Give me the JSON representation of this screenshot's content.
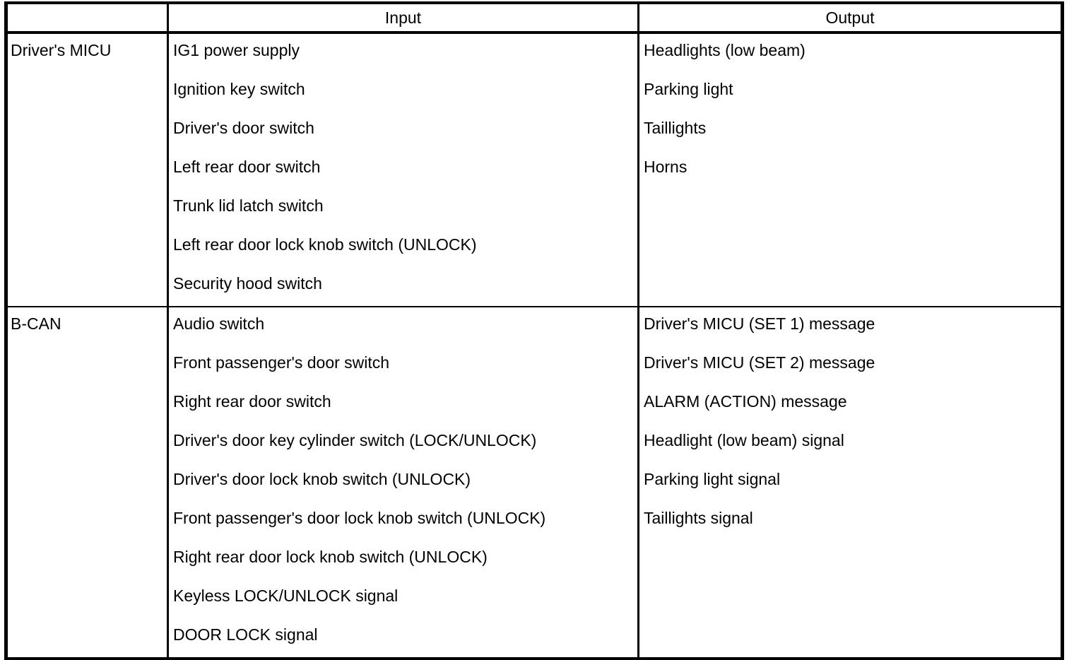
{
  "table": {
    "columns": {
      "system_header": "",
      "input_header": "Input",
      "output_header": "Output"
    },
    "sections": [
      {
        "system": "Driver's MICU",
        "inputs": [
          "IG1 power supply",
          "Ignition key switch",
          "Driver's door switch",
          "Left rear door switch",
          "Trunk lid latch switch",
          "Left rear door lock knob switch (UNLOCK)",
          "Security hood switch"
        ],
        "outputs": [
          "Headlights (low beam)",
          "Parking light",
          "Taillights",
          "Horns"
        ]
      },
      {
        "system": "B-CAN",
        "inputs": [
          "Audio switch",
          "Front passenger's door switch",
          "Right rear door switch",
          "Driver's door key cylinder switch (LOCK/UNLOCK)",
          "Driver's door lock knob switch (UNLOCK)",
          "Front passenger's door lock knob switch (UNLOCK)",
          "Right rear door lock knob switch (UNLOCK)",
          "Keyless LOCK/UNLOCK signal",
          "DOOR LOCK signal"
        ],
        "outputs": [
          "Driver's MICU (SET 1) message",
          "Driver's MICU (SET 2) message",
          "ALARM (ACTION) message",
          "Headlight (low beam) signal",
          "Parking light signal",
          "Taillights signal"
        ]
      }
    ]
  },
  "colors": {
    "text": "#000000",
    "rule": "#000000",
    "background": "#ffffff"
  }
}
